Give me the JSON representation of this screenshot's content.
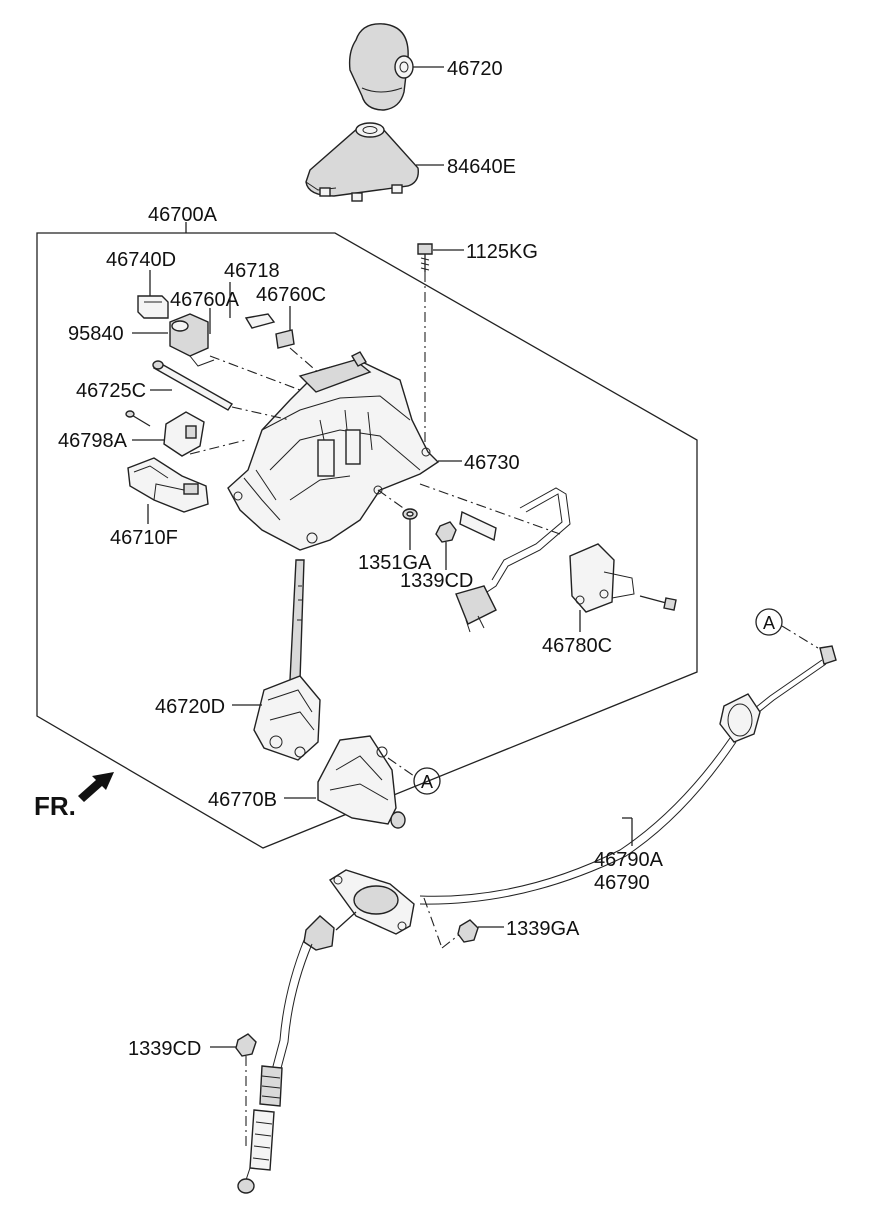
{
  "part_labels": {
    "p46720": "46720",
    "p84640E": "84640E",
    "p46700A": "46700A",
    "p1125KG": "1125KG",
    "p46740D": "46740D",
    "p46718": "46718",
    "p46760A": "46760A",
    "p46760C": "46760C",
    "p95840": "95840",
    "p46725C": "46725C",
    "p46798A": "46798A",
    "p46730": "46730",
    "p46710F": "46710F",
    "p1351GA": "1351GA",
    "p1339CD_top": "1339CD",
    "p46780C": "46780C",
    "p46720D": "46720D",
    "p46770B": "46770B",
    "p46790A": "46790A",
    "p46790": "46790",
    "p1339GA": "1339GA",
    "p1339CD_bottom": "1339CD"
  },
  "markers": {
    "ref_a_upper": "A",
    "ref_a_lower": "A"
  },
  "orientation": {
    "front_label": "FR."
  },
  "colors": {
    "line": "#222222",
    "part_fill": "#f4f4f4",
    "part_shade": "#d9d9d9",
    "background": "#ffffff"
  }
}
